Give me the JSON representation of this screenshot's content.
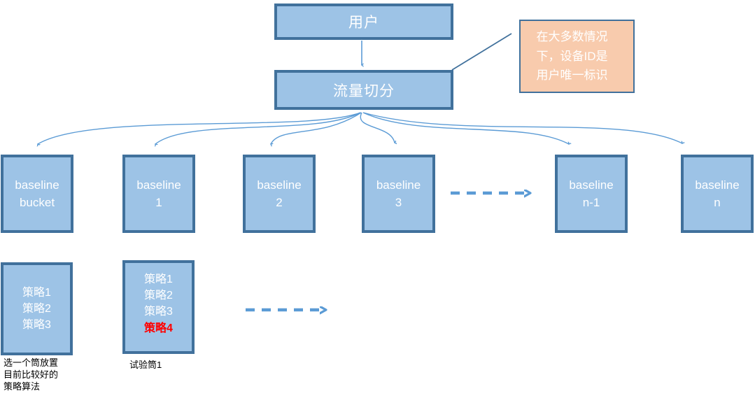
{
  "colors": {
    "box_fill": "#9DC3E6",
    "box_border": "#41719C",
    "callout_fill": "#F8CBAD",
    "connector_blue": "#5B9BD5",
    "box_text": "#FFFFFF",
    "highlight_text": "#FF0000",
    "label_text": "#000000"
  },
  "nodes": {
    "user": "用户",
    "traffic_split": "流量切分",
    "callout": "在大多数情况下，设备ID是用户唯一标识"
  },
  "baselines": [
    {
      "line1": "baseline",
      "line2": "bucket"
    },
    {
      "line1": "baseline",
      "line2": "1"
    },
    {
      "line1": "baseline",
      "line2": "2"
    },
    {
      "line1": "baseline",
      "line2": "3"
    },
    {
      "line1": "baseline",
      "line2": "n-1"
    },
    {
      "line1": "baseline",
      "line2": "n"
    }
  ],
  "strategy_left": {
    "items": [
      "策略1",
      "策略2",
      "策略3"
    ]
  },
  "strategy_trial": {
    "items": [
      "策略1",
      "策略2",
      "策略3",
      "策略4"
    ]
  },
  "labels": {
    "left_note": "选一个筒放置\n目前比较好的\n策略算法",
    "trial": "试验筒1"
  }
}
